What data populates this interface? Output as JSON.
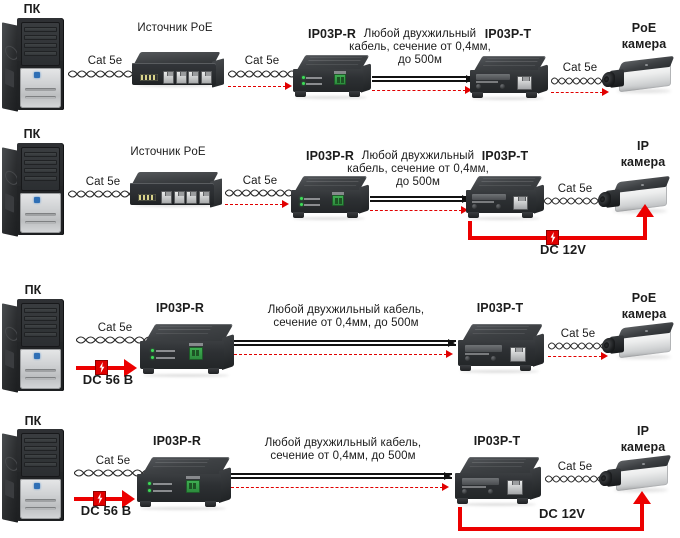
{
  "diagram": {
    "title": "IP03P PoE extender connection schemes",
    "colors": {
      "data_arrow": "#e10000",
      "power_line": "#ec0000",
      "cable_black": "#111111",
      "device_dark": "#2d3033",
      "terminal_green": "#3fae52",
      "background": "#ffffff"
    },
    "labels": {
      "pc": "ПК",
      "poe_source": "Источник PoE",
      "receiver": "IP03P-R",
      "transmitter": "IP03P-T",
      "cat5e": "Cat 5e",
      "poe_camera": "PoE\nкамера",
      "poe_camera_l1": "PoE",
      "poe_camera_l2": "камера",
      "ip_camera_l1": "IP",
      "ip_camera_l2": "камера",
      "twopair_3line": "Любой двухжильный кабель, сечение от 0,4мм, до 500м",
      "twopair_2line": "Любой двухжильный кабель, сечение от 0,4мм, до 500м",
      "dc12v": "DC 12V",
      "dc56v": "DC 56 В"
    },
    "icons": {
      "bolt": "lightning-bolt-icon",
      "twisted_pair": "twisted-pair-cable-icon",
      "data_flow": "dashed-arrow-icon"
    },
    "rows": [
      {
        "id": "scheme-1",
        "nodes": [
          "ПК",
          "Источник PoE",
          "IP03P-R",
          "IP03P-T",
          "PoE камера"
        ],
        "links": [
          {
            "from": "ПК",
            "to": "Источник PoE",
            "label": "Cat 5e",
            "type": "twisted-pair"
          },
          {
            "from": "Источник PoE",
            "to": "IP03P-R",
            "label": "Cat 5e",
            "type": "twisted-pair-with-data"
          },
          {
            "from": "IP03P-R",
            "to": "IP03P-T",
            "label": "Любой двухжильный кабель, сечение от 0,4мм, до 500м",
            "type": "two-wire"
          },
          {
            "from": "IP03P-T",
            "to": "PoE камера",
            "label": "Cat 5e",
            "type": "twisted-pair-with-data"
          }
        ],
        "power": null
      },
      {
        "id": "scheme-2",
        "nodes": [
          "ПК",
          "Источник PoE",
          "IP03P-R",
          "IP03P-T",
          "IP камера"
        ],
        "links": [
          {
            "from": "ПК",
            "to": "Источник PoE",
            "label": "Cat 5e",
            "type": "twisted-pair"
          },
          {
            "from": "Источник PoE",
            "to": "IP03P-R",
            "label": "Cat 5e",
            "type": "twisted-pair-with-data"
          },
          {
            "from": "IP03P-R",
            "to": "IP03P-T",
            "label": "Любой двухжильный кабель, сечение от 0,4мм, до 500м",
            "type": "two-wire"
          },
          {
            "from": "IP03P-T",
            "to": "IP камера",
            "label": "Cat 5e",
            "type": "twisted-pair"
          }
        ],
        "power": {
          "from": "IP03P-T",
          "to": "IP камера",
          "label": "DC 12V"
        }
      },
      {
        "id": "scheme-3",
        "nodes": [
          "ПК",
          "IP03P-R",
          "IP03P-T",
          "PoE камера"
        ],
        "links": [
          {
            "from": "ПК",
            "to": "IP03P-R",
            "label": "Cat 5e",
            "type": "twisted-pair"
          },
          {
            "from": "IP03P-R",
            "to": "IP03P-T",
            "label": "Любой двухжильный кабель, сечение от 0,4мм, до 500м",
            "type": "two-wire"
          },
          {
            "from": "IP03P-T",
            "to": "PoE камера",
            "label": "Cat 5e",
            "type": "twisted-pair-with-data"
          }
        ],
        "power": {
          "from": "external",
          "to": "IP03P-R",
          "label": "DC 56 В"
        }
      },
      {
        "id": "scheme-4",
        "nodes": [
          "ПК",
          "IP03P-R",
          "IP03P-T",
          "IP камера"
        ],
        "links": [
          {
            "from": "ПК",
            "to": "IP03P-R",
            "label": "Cat 5e",
            "type": "twisted-pair"
          },
          {
            "from": "IP03P-R",
            "to": "IP03P-T",
            "label": "Любой двухжильный кабель, сечение от 0,4мм, до 500м",
            "type": "two-wire"
          },
          {
            "from": "IP03P-T",
            "to": "IP камера",
            "label": "Cat 5e",
            "type": "twisted-pair"
          }
        ],
        "power": [
          {
            "from": "external",
            "to": "IP03P-R",
            "label": "DC 56 В"
          },
          {
            "from": "IP03P-T",
            "to": "IP камера",
            "label": "DC 12V"
          }
        ]
      }
    ]
  }
}
